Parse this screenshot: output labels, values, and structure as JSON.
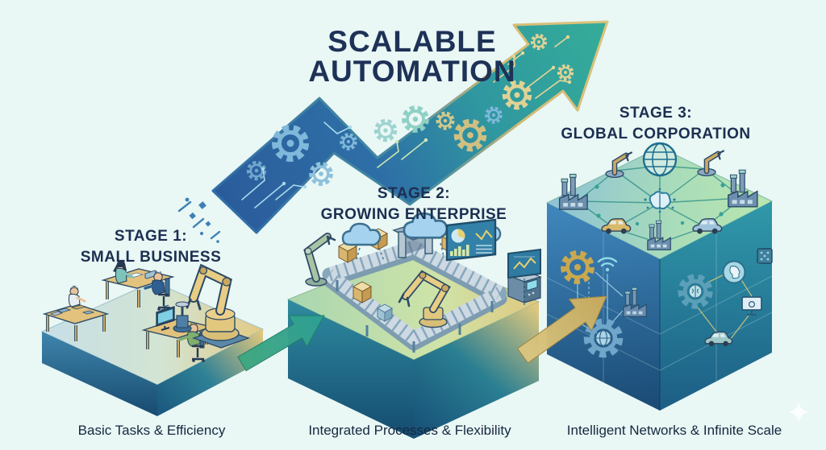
{
  "title": {
    "line1": "SCALABLE",
    "line2": "AUTOMATION"
  },
  "stages": [
    {
      "label_top": "STAGE 1:",
      "label_bottom": "SMALL BUSINESS",
      "caption": "Basic Tasks & Efficiency"
    },
    {
      "label_top": "STAGE 2:",
      "label_bottom": "GROWING ENTERPRISE",
      "caption": "Integrated Processes & Flexibility"
    },
    {
      "label_top": "STAGE 3:",
      "label_bottom": "GLOBAL CORPORATION",
      "caption": "Intelligent Networks & Infinite Scale"
    }
  ],
  "icon_names": [
    "circuit-gear-arrow",
    "gear-icon",
    "cloud-icon",
    "dashboard-screen-icon",
    "robot-arm-icon",
    "conveyor-belt",
    "factory-icon",
    "globe-icon",
    "ai-brain-icon",
    "car-icon",
    "wifi-icon",
    "chip-icon",
    "monitor-icon",
    "head-profile-icon",
    "sparkle-icon",
    "growth-arrow-icon"
  ],
  "colors": {
    "background": "#e9f7f5",
    "title_navy": "#1e3156",
    "arrow_blue": "#2d66a3",
    "arrow_teal": "#2ba092",
    "gold": "#d9c178",
    "platform_green": "#abd8a8",
    "platform_blue": "#2c6f9e"
  }
}
